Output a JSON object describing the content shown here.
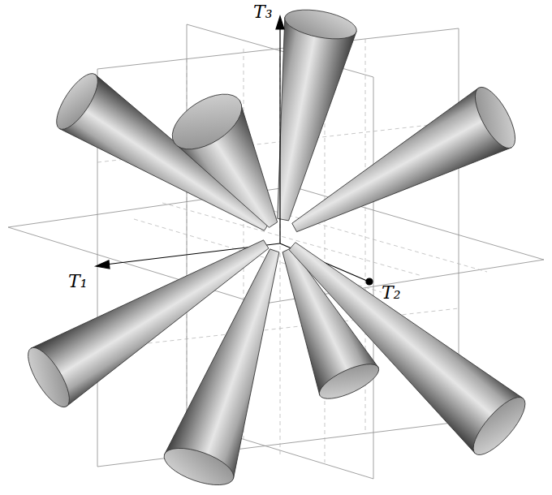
{
  "diagram": {
    "labels": [
      "T₃",
      "T₁",
      "T₂"
    ]
  }
}
